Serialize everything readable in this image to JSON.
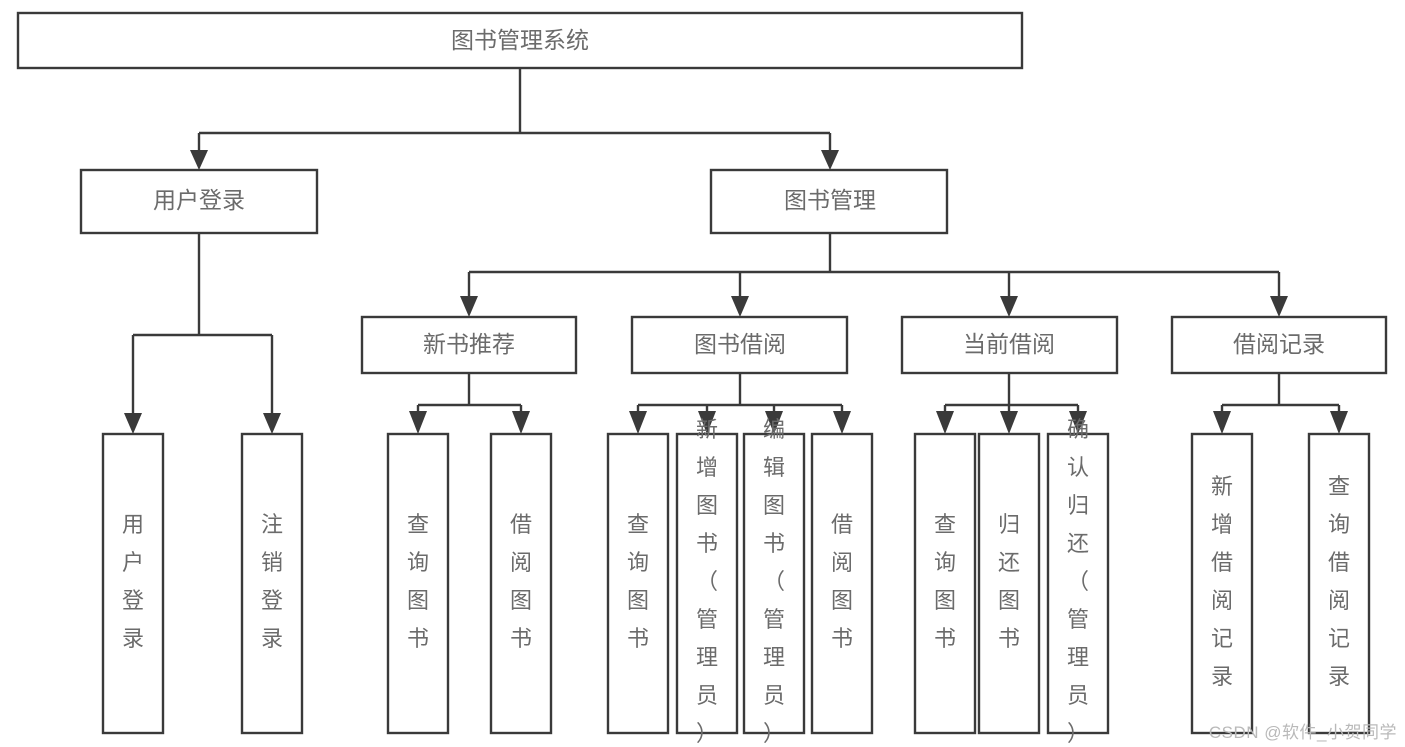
{
  "diagram": {
    "type": "tree-hierarchy",
    "title": "图书管理系统",
    "watermark": "CSDN @软件_小贺同学",
    "colors": {
      "box_stroke": "#3a3a3a",
      "box_fill": "#ffffff",
      "label_text": "#6b6b6b",
      "connector": "#3a3a3a",
      "watermark_text": "#b9b9b9",
      "background": "#ffffff"
    },
    "root": {
      "label": "图书管理系统"
    },
    "level2": [
      {
        "label": "用户登录"
      },
      {
        "label": "图书管理"
      }
    ],
    "level3": [
      {
        "label": "新书推荐"
      },
      {
        "label": "图书借阅"
      },
      {
        "label": "当前借阅"
      },
      {
        "label": "借阅记录"
      }
    ],
    "leaves": {
      "user_login": [
        {
          "label": "用户登录"
        },
        {
          "label": "注销登录"
        }
      ],
      "new_book_recommend": [
        {
          "label": "查询图书"
        },
        {
          "label": "借阅图书"
        }
      ],
      "book_borrow": [
        {
          "label": "查询图书"
        },
        {
          "label": "新增图书（管理员）"
        },
        {
          "label": "编辑图书（管理员）"
        },
        {
          "label": "借阅图书"
        }
      ],
      "current_borrow": [
        {
          "label": "查询图书"
        },
        {
          "label": "归还图书"
        },
        {
          "label": "确认归还（管理员）"
        }
      ],
      "borrow_record": [
        {
          "label": "新增借阅记录"
        },
        {
          "label": "查询借阅记录"
        }
      ]
    }
  }
}
